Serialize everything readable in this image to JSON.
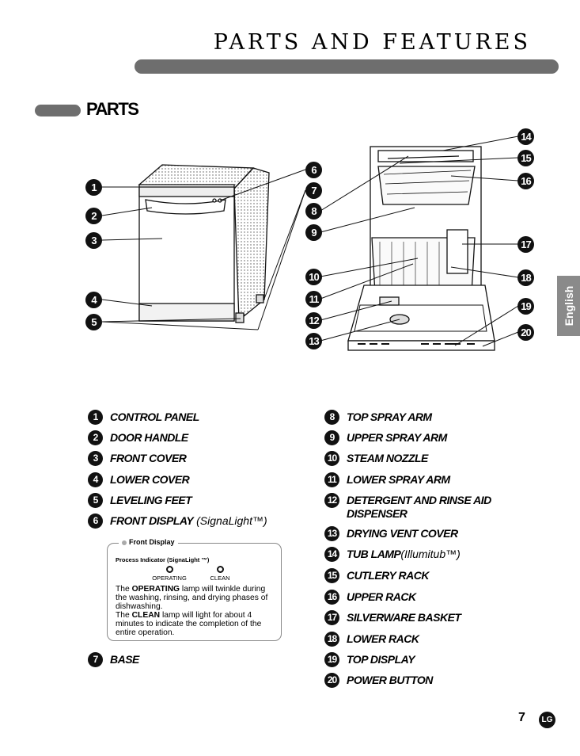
{
  "header": {
    "title": "PARTS AND FEATURES"
  },
  "section": {
    "title": "PARTS"
  },
  "language_tab": "English",
  "callouts": [
    "1",
    "2",
    "3",
    "4",
    "5",
    "6",
    "7",
    "8",
    "9",
    "10",
    "11",
    "12",
    "13",
    "14",
    "15",
    "16",
    "17",
    "18",
    "19",
    "20"
  ],
  "parts": [
    {
      "num": "1",
      "label": "CONTROL PANEL"
    },
    {
      "num": "2",
      "label": "DOOR HANDLE"
    },
    {
      "num": "3",
      "label": "FRONT COVER"
    },
    {
      "num": "4",
      "label": "LOWER COVER"
    },
    {
      "num": "5",
      "label": "LEVELING FEET"
    },
    {
      "num": "6",
      "label": "FRONT DISPLAY",
      "note": " (SignaLight™)"
    },
    {
      "num": "7",
      "label": "BASE"
    },
    {
      "num": "8",
      "label": "TOP SPRAY ARM"
    },
    {
      "num": "9",
      "label": "UPPER SPRAY ARM"
    },
    {
      "num": "10",
      "label": "STEAM NOZZLE"
    },
    {
      "num": "11",
      "label": "LOWER SPRAY ARM"
    },
    {
      "num": "12",
      "label": "DETERGENT AND RINSE AID DISPENSER"
    },
    {
      "num": "13",
      "label": "DRYING VENT COVER"
    },
    {
      "num": "14",
      "label": "TUB LAMP",
      "note": "(Illumitub™)"
    },
    {
      "num": "15",
      "label": "CUTLERY RACK"
    },
    {
      "num": "16",
      "label": "UPPER RACK"
    },
    {
      "num": "17",
      "label": "SILVERWARE BASKET"
    },
    {
      "num": "18",
      "label": "LOWER RACK"
    },
    {
      "num": "19",
      "label": "TOP DISPLAY"
    },
    {
      "num": "20",
      "label": "POWER BUTTON"
    }
  ],
  "front_display_box": {
    "title": "Front Display",
    "subtitle": "Process Indicator (SignaLight ™)",
    "lamps": [
      "OPERATING",
      "CLEAN"
    ],
    "desc": {
      "p1_pre": "The ",
      "p1_bold": "OPERATING",
      "p1_post": " lamp will twinkle during the washing, rinsing, and drying phases of dishwashing.",
      "p2_pre": "The ",
      "p2_bold": "CLEAN",
      "p2_post": " lamp will light for about 4 minutes to indicate the completion of the entire operation."
    }
  },
  "footer": {
    "page_number": "7",
    "logo": "LG"
  }
}
